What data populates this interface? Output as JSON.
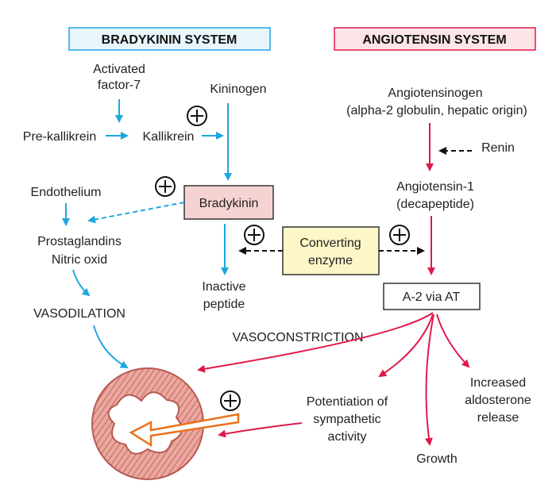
{
  "titles": {
    "bradykinin_system": "BRADYKININ SYSTEM",
    "angiotensin_system": "ANGIOTENSIN SYSTEM"
  },
  "bradykinin": {
    "activated_factor_line1": "Activated",
    "activated_factor_line2": "factor-7",
    "kininogen": "Kininogen",
    "pre_kallikrein": "Pre-kallikrein",
    "kallikrein": "Kallikrein",
    "endothelium": "Endothelium",
    "bradykinin_box": "Bradykinin",
    "prostaglandins": "Prostaglandins",
    "nitric_oxid": "Nitric oxid",
    "inactive_line1": "Inactive",
    "inactive_line2": "peptide",
    "vasodilation": "VASODILATION"
  },
  "angiotensin": {
    "angiotensinogen": "Angiotensinogen",
    "angiotensinogen_detail": "(alpha-2 globulin, hepatic origin)",
    "renin": "Renin",
    "angiotensin1": "Angiotensin-1",
    "decapeptide": "(decapeptide)",
    "converting_line1": "Converting",
    "converting_line2": "enzyme",
    "a2_box": "A-2 via AT",
    "vasoconstriction": "VASOCONSTRICTION",
    "potentiation_line1": "Potentiation of",
    "potentiation_line2": "sympathetic",
    "potentiation_line3": "activity",
    "increased_line1": "Increased",
    "increased_line2": "aldosterone",
    "increased_line3": "release",
    "growth": "Growth"
  },
  "symbols": {
    "plus": "+"
  },
  "colors": {
    "blue_arrow": "#1ea6e0",
    "red_arrow": "#e0184a",
    "bradykinin_box_fill": "#f6d3d3",
    "converting_box_fill": "#fdf6c8",
    "bradykinin_title_fill": "#e8f6fc",
    "angiotensin_title_fill": "#fde4e6"
  }
}
